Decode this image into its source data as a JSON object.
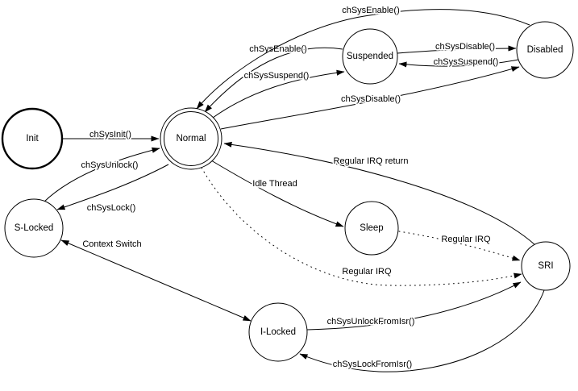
{
  "diagram": {
    "type": "state-machine",
    "background_color": "#ffffff",
    "line_color": "#000000",
    "nodes": [
      {
        "id": "init",
        "label": "Init",
        "shape": "circle-bold"
      },
      {
        "id": "normal",
        "label": "Normal",
        "shape": "double-circle"
      },
      {
        "id": "suspended",
        "label": "Suspended",
        "shape": "circle"
      },
      {
        "id": "disabled",
        "label": "Disabled",
        "shape": "circle"
      },
      {
        "id": "slocked",
        "label": "S-Locked",
        "shape": "circle"
      },
      {
        "id": "sleep",
        "label": "Sleep",
        "shape": "circle"
      },
      {
        "id": "sri",
        "label": "SRI",
        "shape": "circle"
      },
      {
        "id": "ilocked",
        "label": "I-Locked",
        "shape": "circle"
      }
    ],
    "edges": [
      {
        "from": "Init",
        "to": "Normal",
        "label": "chSysInit()",
        "style": "solid",
        "dir": "forward"
      },
      {
        "from": "S-Locked",
        "to": "Normal",
        "label": "chSysUnlock()",
        "style": "solid",
        "dir": "forward"
      },
      {
        "from": "Normal",
        "to": "S-Locked",
        "label": "chSysLock()",
        "style": "solid",
        "dir": "forward"
      },
      {
        "from": "S-Locked",
        "to": "I-Locked",
        "label": "Context Switch",
        "style": "solid",
        "dir": "both"
      },
      {
        "from": "Suspended",
        "to": "Normal",
        "label": "chSysEnable()",
        "style": "solid",
        "dir": "forward"
      },
      {
        "from": "Normal",
        "to": "Suspended",
        "label": "chSysSuspend()",
        "style": "solid",
        "dir": "forward"
      },
      {
        "from": "Disabled",
        "to": "Normal",
        "label": "chSysEnable()",
        "style": "solid",
        "dir": "forward"
      },
      {
        "from": "Suspended",
        "to": "Disabled",
        "label": "chSysDisable()",
        "style": "solid",
        "dir": "forward"
      },
      {
        "from": "Disabled",
        "to": "Suspended",
        "label": "chSysSuspend()",
        "style": "solid",
        "dir": "forward"
      },
      {
        "from": "Normal",
        "to": "Disabled",
        "label": "chSysDisable()",
        "style": "solid",
        "dir": "forward"
      },
      {
        "from": "SRI",
        "to": "Normal",
        "label": "Regular IRQ return",
        "style": "solid",
        "dir": "forward"
      },
      {
        "from": "Normal",
        "to": "Sleep",
        "label": "Idle Thread",
        "style": "solid",
        "dir": "forward"
      },
      {
        "from": "Sleep",
        "to": "SRI",
        "label": "Regular IRQ",
        "style": "dotted",
        "dir": "forward"
      },
      {
        "from": "Normal",
        "to": "SRI",
        "label": "Regular IRQ",
        "style": "dotted",
        "dir": "forward"
      },
      {
        "from": "I-Locked",
        "to": "SRI",
        "label": "chSysUnlockFromIsr()",
        "style": "solid",
        "dir": "forward"
      },
      {
        "from": "SRI",
        "to": "I-Locked",
        "label": "chSysLockFromIsr()",
        "style": "solid",
        "dir": "forward"
      }
    ]
  }
}
